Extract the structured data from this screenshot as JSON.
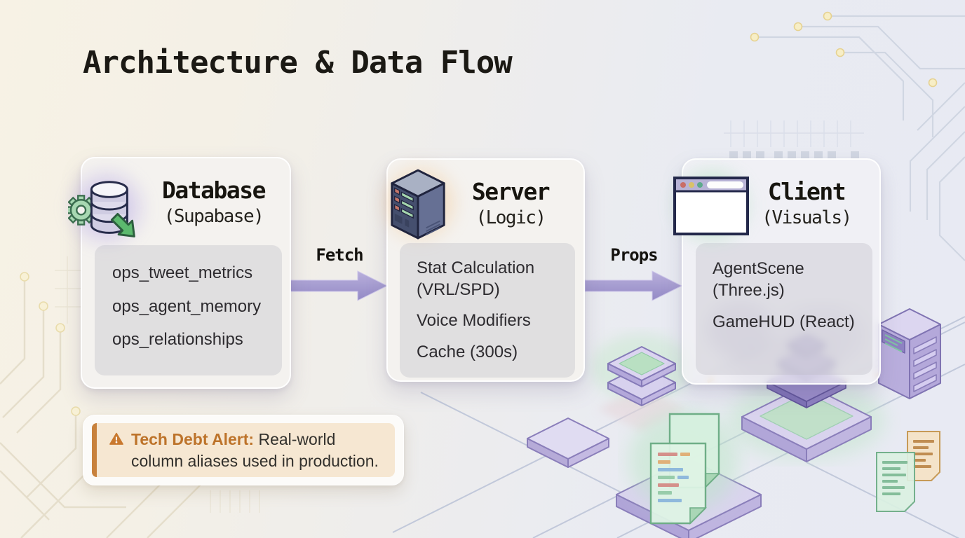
{
  "page": {
    "title": "Architecture & Data Flow"
  },
  "cards": [
    {
      "id": "database",
      "title": "Database",
      "subtitle": "(Supabase)",
      "icon": "database-gear-icon",
      "glow_color": "#927ce0",
      "items": [
        "ops_tweet_metrics",
        "ops_agent_memory",
        "ops_relationships"
      ]
    },
    {
      "id": "server",
      "title": "Server",
      "subtitle": "(Logic)",
      "icon": "server-tower-icon",
      "glow_color": "#f2b66e",
      "items": [
        "Stat Calculation (VRL/SPD)",
        "Voice Modifiers",
        "Cache (300s)"
      ]
    },
    {
      "id": "client",
      "title": "Client",
      "subtitle": "(Visuals)",
      "icon": "browser-window-icon",
      "glow_color": "#84d6a0",
      "items": [
        "AgentScene (Three.js)",
        "GameHUD (React)"
      ]
    }
  ],
  "arrows": [
    {
      "label": "Fetch",
      "color": "#a59bd3"
    },
    {
      "label": "Props",
      "color": "#a59bd3"
    }
  ],
  "alert": {
    "icon": "warning-triangle-icon",
    "title": "Tech Debt Alert:",
    "text": "Real-world column aliases used in production.",
    "accent_color": "#c8813c",
    "title_color": "#bd732a"
  }
}
